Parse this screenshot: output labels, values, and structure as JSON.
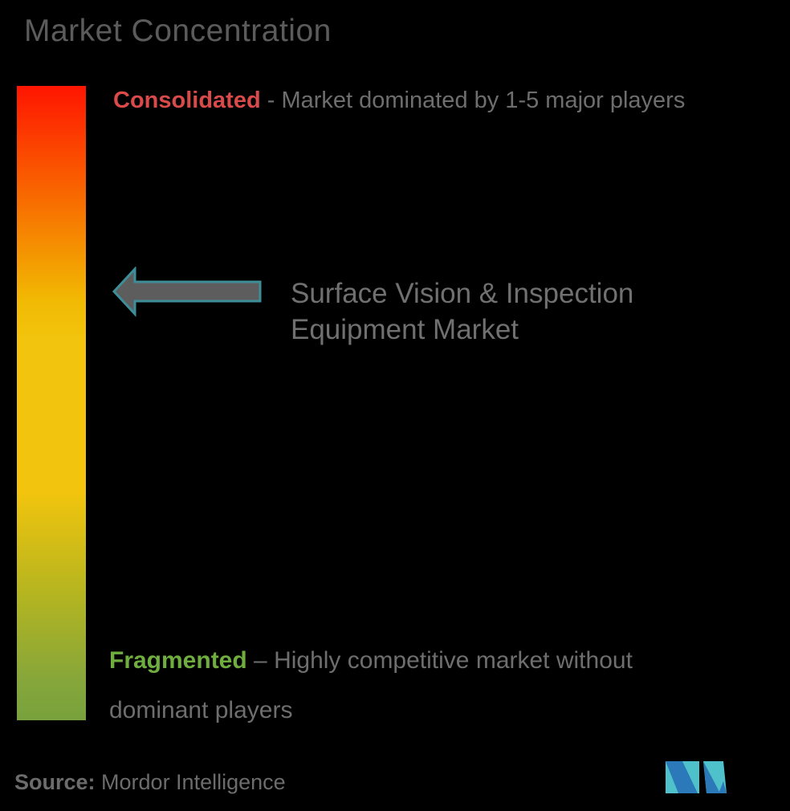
{
  "title": "Market Concentration",
  "legend": {
    "consolidated": {
      "label": "Consolidated",
      "separator": " - ",
      "description": "Market dominated by 1-5 major players",
      "label_color": "#d94a4a"
    },
    "fragmented": {
      "label": "Fragmented",
      "separator": " – ",
      "description": "Highly competitive market without dominant players",
      "label_color": "#70ad3f"
    }
  },
  "indicator": {
    "arrow_icon": "left-arrow",
    "label_line1": "Surface Vision & Inspection",
    "label_line2": "Equipment Market"
  },
  "scale": {
    "type": "vertical-gradient-bar",
    "top_meaning": "Consolidated",
    "bottom_meaning": "Fragmented",
    "colors": {
      "top": "#ff1500",
      "upper_mid": "#f86c00",
      "middle": "#f2c40d",
      "lower_mid": "#b5b520",
      "bottom": "#78a23d"
    }
  },
  "footer": {
    "source_label": "Source:",
    "source_text": " Mordor Intelligence",
    "logo_name": "mordor-intelligence-logo",
    "logo_colors": {
      "blue": "#2b79b9",
      "teal": "#4ec1cb"
    }
  },
  "colors": {
    "background": "#000000",
    "title_text": "#5b5b5b",
    "body_text": "#6e6e6e",
    "arrow_fill": "#5d5d5d",
    "arrow_border": "#3e8e9a"
  }
}
